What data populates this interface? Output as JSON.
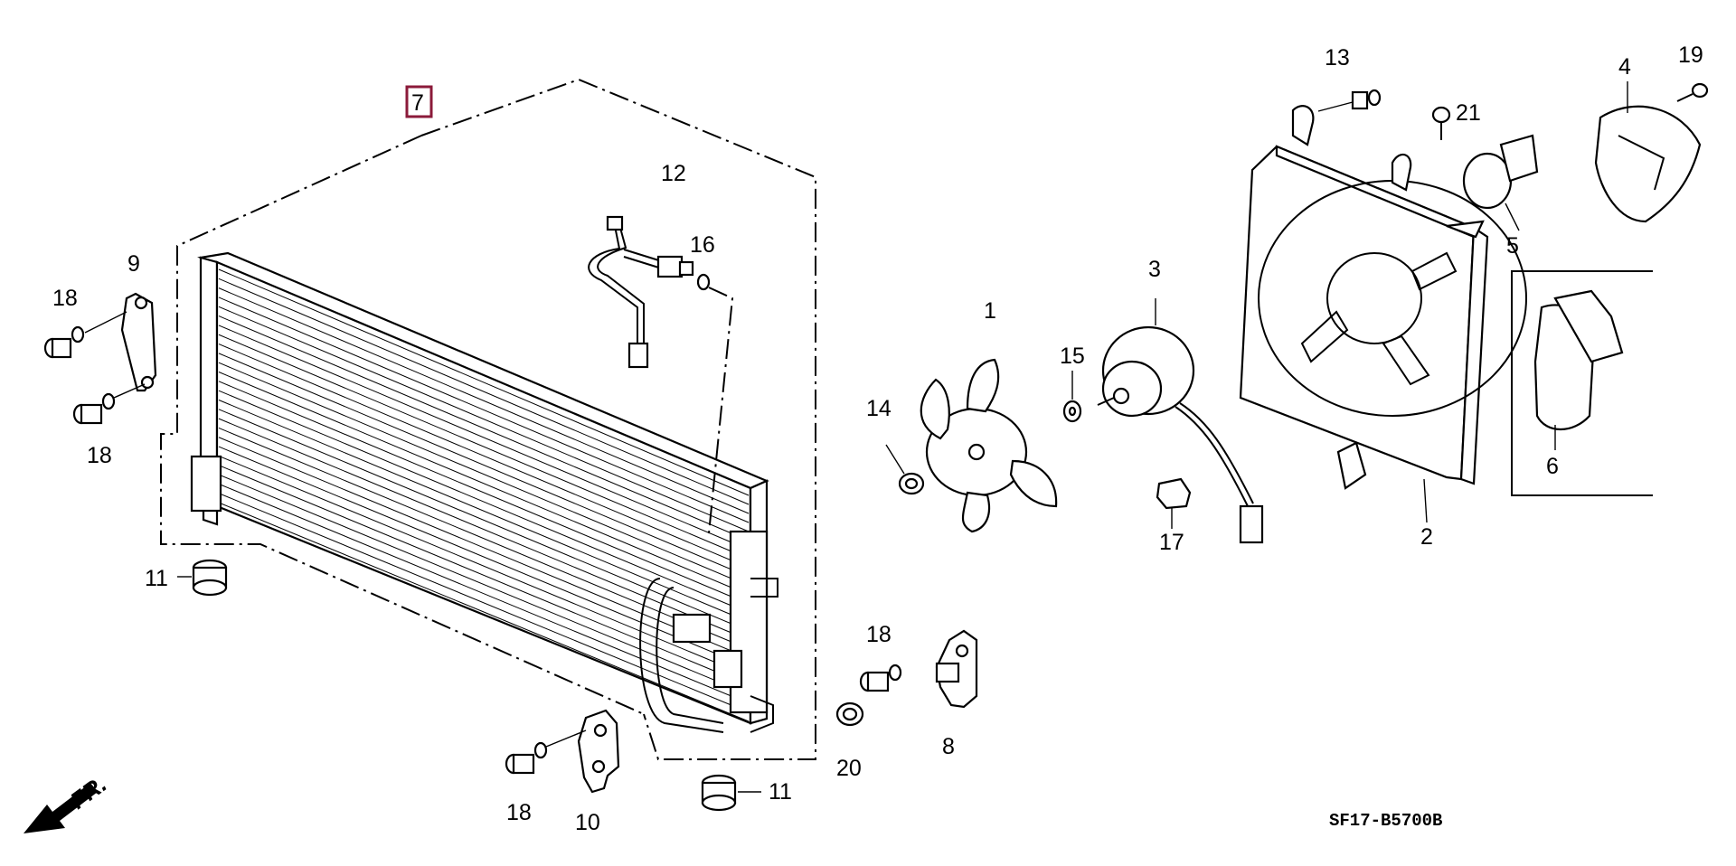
{
  "diagram": {
    "callouts": {
      "p1": "1",
      "p2": "2",
      "p3": "3",
      "p4": "4",
      "p5": "5",
      "p6": "6",
      "p7": "7",
      "p8": "8",
      "p9": "9",
      "p10": "10",
      "p11a": "11",
      "p11b": "11",
      "p12": "12",
      "p13": "13",
      "p14": "14",
      "p15": "15",
      "p16": "16",
      "p17": "17",
      "p18a": "18",
      "p18b": "18",
      "p18c": "18",
      "p18d": "18",
      "p19": "19",
      "p20": "20",
      "p21": "21"
    },
    "direction_label": "FR.",
    "diagram_code": "SF17-B5700B",
    "highlight_color": "#8b1a3a"
  }
}
